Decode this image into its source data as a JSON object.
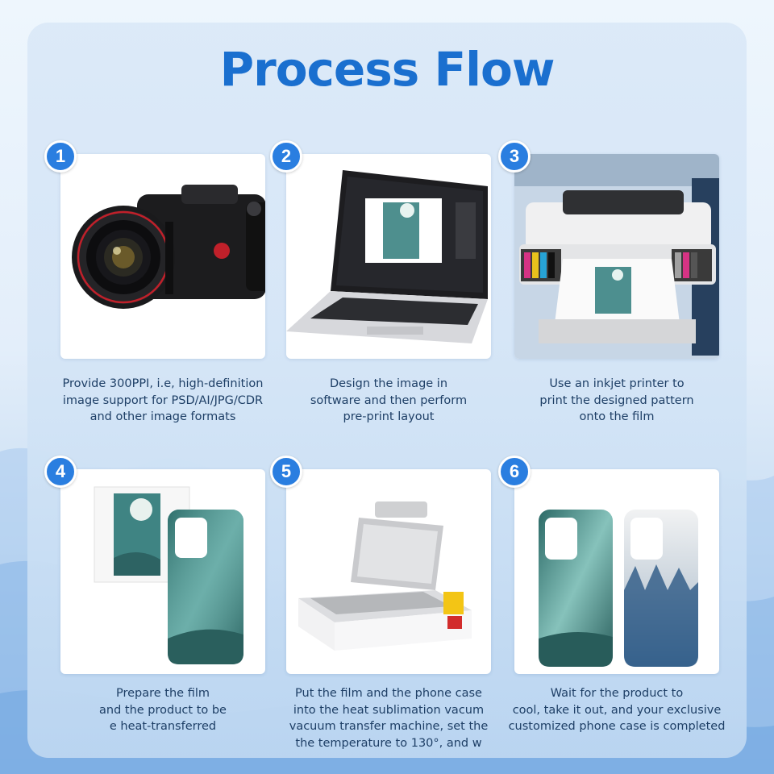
{
  "title": "Process Flow",
  "colors": {
    "accent": "#1a6fcf",
    "badge": "#2a7ee0",
    "caption": "#1e3f66"
  },
  "steps": [
    {
      "number": "1",
      "image": "camera-icon",
      "caption": [
        "Provide 300PPI, i.e, high-definition",
        "image support for PSD/AI/JPG/CDR",
        "and other image formats"
      ]
    },
    {
      "number": "2",
      "image": "laptop-icon",
      "caption": [
        "Design the image in",
        "software and then perform",
        "pre-print layout"
      ]
    },
    {
      "number": "3",
      "image": "printer-icon",
      "caption": [
        "Use an inkjet printer to",
        "print the designed pattern",
        "onto the film"
      ]
    },
    {
      "number": "4",
      "image": "film-and-case-icon",
      "caption": [
        "Prepare the film",
        "and the product to be",
        "e heat-transferred"
      ]
    },
    {
      "number": "5",
      "image": "heat-press-machine-icon",
      "caption": [
        "Put the film and the phone case",
        "into the heat sublimation vacum",
        "vacuum transfer machine, set the",
        "the temperature to 130°, and w"
      ]
    },
    {
      "number": "6",
      "image": "phone-cases-icon",
      "caption": [
        "Wait for the product to",
        "cool, take it out, and your exclusive",
        "customized phone case is completed"
      ]
    }
  ]
}
